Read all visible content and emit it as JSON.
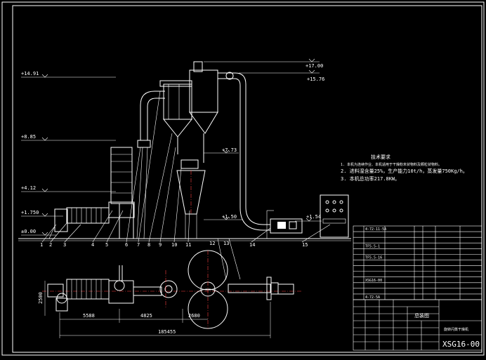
{
  "elevations": {
    "e1491": "+14.91",
    "e1700": "+17.00",
    "e1576": "+15.76",
    "e885": "+8.85",
    "e773": "+7.73",
    "e412": "+4.12",
    "e1750": "+1.750",
    "e000": "±0.00",
    "e150": "+1.50",
    "e154": "+1.54"
  },
  "callouts": [
    "1",
    "2",
    "3",
    "4",
    "5",
    "6",
    "7",
    "8",
    "9",
    "10",
    "11",
    "14",
    "15",
    "12",
    "13"
  ],
  "notes": {
    "title": "技术要求",
    "line1": "1. 本机为连续作业、本机适用于干燥粉末状物料及颗粒状物料。",
    "line2": "2. 进料湿含量25%，生产能力10t/h，蒸发量750Kg/h。",
    "line3": "3. 本机总功率217.8KW。"
  },
  "dimensions": {
    "d2500": "2500",
    "d5588": "5588",
    "d4825": "4825",
    "d2680": "2680",
    "d18545": "185455"
  },
  "title_block": {
    "drawing_no": "XSG16-00",
    "name": "旋转闪蒸干燥机",
    "part_name": "总装图"
  },
  "bom_rows": [
    {
      "no": "",
      "code": "4-72-11-5A",
      "name": "",
      "qty": "",
      "material": "",
      "remark": ""
    },
    {
      "no": "",
      "code": "",
      "name": "",
      "qty": "",
      "material": "",
      "remark": ""
    },
    {
      "no": "",
      "code": "",
      "name": "",
      "qty": "",
      "material": "",
      "remark": ""
    },
    {
      "no": "",
      "code": "TF5.5-1",
      "name": "",
      "qty": "",
      "material": "",
      "remark": ""
    },
    {
      "no": "",
      "code": "",
      "name": "",
      "qty": "",
      "material": "",
      "remark": ""
    },
    {
      "no": "",
      "code": "TF5.5-16",
      "name": "",
      "qty": "",
      "material": "",
      "remark": ""
    },
    {
      "no": "",
      "code": "",
      "name": "",
      "qty": "",
      "material": "",
      "remark": ""
    },
    {
      "no": "",
      "code": "",
      "name": "",
      "qty": "",
      "material": "",
      "remark": ""
    },
    {
      "no": "",
      "code": "",
      "name": "",
      "qty": "",
      "material": "",
      "remark": ""
    },
    {
      "no": "",
      "code": "XSG16-00",
      "name": "",
      "qty": "",
      "material": "",
      "remark": ""
    },
    {
      "no": "",
      "code": "",
      "name": "",
      "qty": "",
      "material": "",
      "remark": ""
    },
    {
      "no": "",
      "code": "",
      "name": "",
      "qty": "",
      "material": "",
      "remark": ""
    },
    {
      "no": "",
      "code": "4-72-5A",
      "name": "",
      "qty": "",
      "material": "",
      "remark": ""
    }
  ],
  "colors": {
    "background": "#000000",
    "line": "#ffffff",
    "centerline": "#ff4040",
    "accent": "#99ffff"
  }
}
